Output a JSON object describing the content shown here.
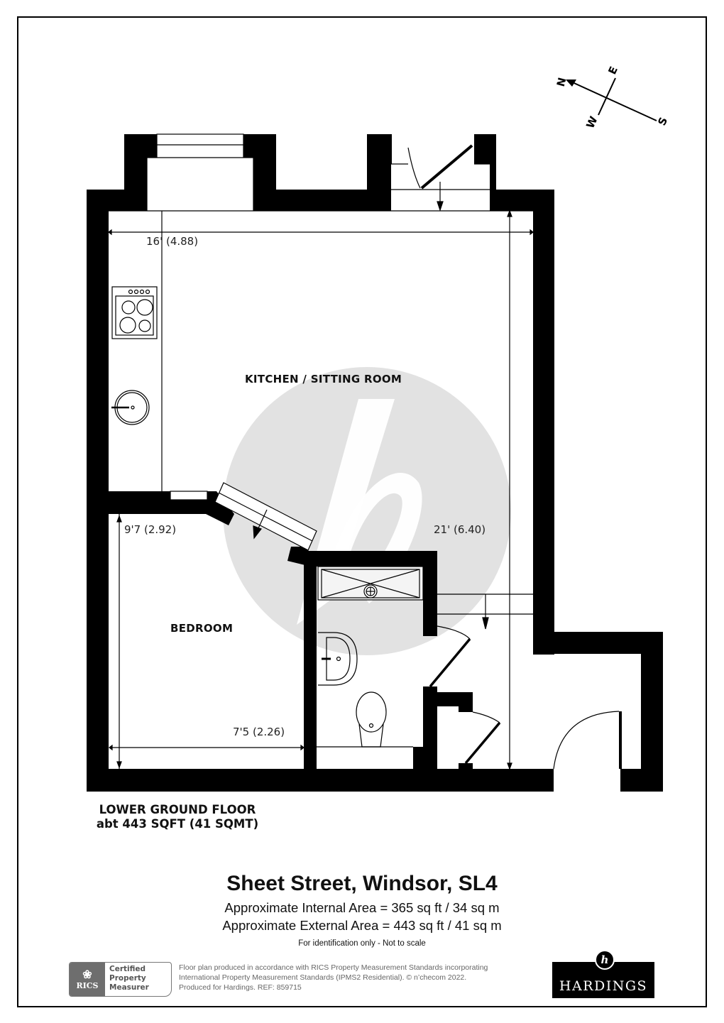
{
  "compass": {
    "north": "N",
    "east": "E",
    "south": "S",
    "west": "W"
  },
  "rooms": {
    "kitchen": {
      "name": "KITCHEN / SITTING ROOM",
      "width_dim": "16' (4.88)",
      "length_dim": "21' (6.40)"
    },
    "bedroom": {
      "name": "BEDROOM",
      "length_dim": "9'7 (2.92)",
      "width_dim": "7'5 (2.26)"
    }
  },
  "floor": {
    "name": "LOWER GROUND FLOOR",
    "area": "abt 443 SQFT (41 SQMT)"
  },
  "title": {
    "address": "Sheet Street, Windsor, SL4",
    "internal_area": "Approximate Internal Area = 365 sq ft / 34 sq m",
    "external_area": "Approximate External Area = 443 sq ft / 41 sq m",
    "disclaimer": "For identification only - Not to scale"
  },
  "footer": {
    "rics_mark": "RICS",
    "rics_badge_lines": [
      "Certified",
      "Property",
      "Measurer"
    ],
    "legal_lines": [
      "Floor plan produced in accordance with RICS Property Measurement Standards incorporating",
      "International Property Measurement Standards (IPMS2 Residential).   © n’checom 2022.",
      "Produced for Hardings.   REF:  859715"
    ],
    "brand": "HARDINGS",
    "brand_mark": "h"
  },
  "colors": {
    "wall": "#000000",
    "watermark": "#e2e2e2",
    "text": "#111111",
    "legal_text": "#666666",
    "rics_grey": "#6e6e6e"
  }
}
